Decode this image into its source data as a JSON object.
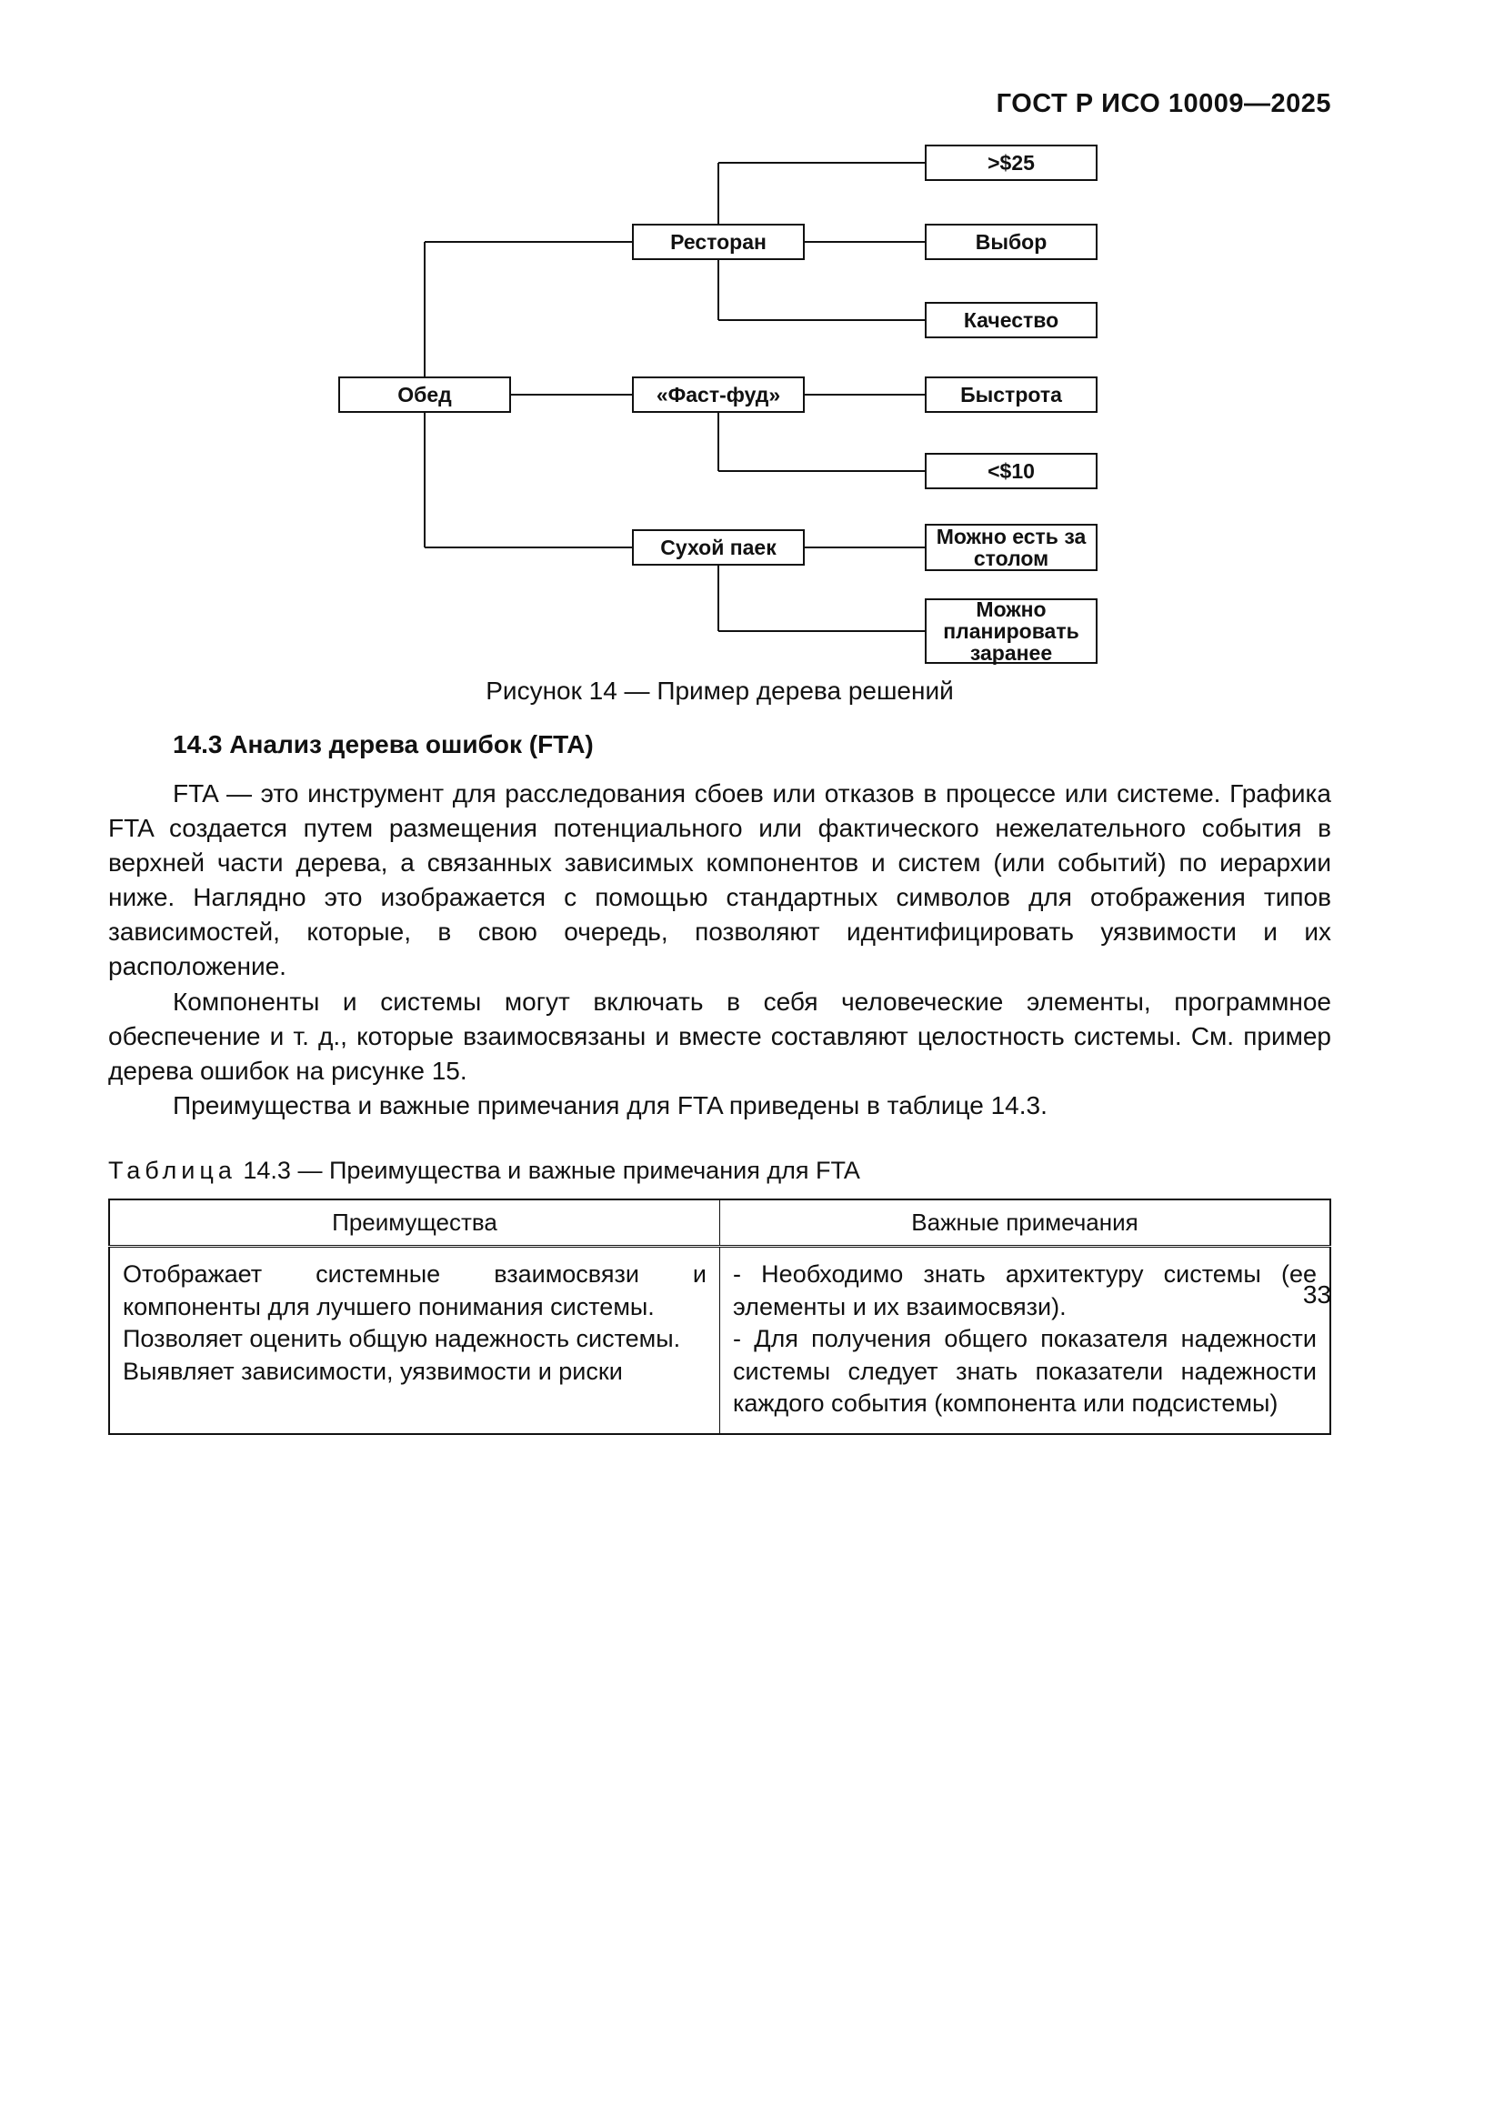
{
  "page": {
    "header": "ГОСТ Р ИСО 10009—2025",
    "number": "33"
  },
  "diagram": {
    "nodes": {
      "lunch": "Обед",
      "restaurant": "Ресторан",
      "fastfood": "«Фаст-фуд»",
      "ration": "Сухой паек",
      "gt25": ">$25",
      "choice": "Выбор",
      "quality": "Качество",
      "speed": "Быстрота",
      "lt10": "<$10",
      "eat_at_table": "Можно есть за столом",
      "plan_ahead": "Можно планировать заранее"
    },
    "caption": "Рисунок 14 — Пример дерева решений"
  },
  "section": {
    "heading": "14.3 Анализ дерева ошибок (FTA)",
    "paragraphs": [
      "FTA — это инструмент для расследования сбоев или отказов в процессе или системе. Графика FTA создается путем размещения потенциального или фактического нежелательного события в верхней части дерева, а связанных зависимых компонентов и систем (или событий) по иерархии ниже. Наглядно это изображается с помощью стандартных символов для отображения типов зависимостей, которые, в свою очередь, позволяют идентифицировать уязвимости и их расположение.",
      "Компоненты и системы могут включать в себя человеческие элементы, программное обеспечение и т. д., которые взаимосвязаны и вместе составляют целостность системы. См. пример дерева ошибок на рисунке 15.",
      "Преимущества и важные примечания для FTA приведены в таблице 14.3."
    ]
  },
  "table": {
    "caption_word": "Таблица",
    "caption_rest": "14.3 — Преимущества и важные примечания для FTA",
    "headers": [
      "Преимущества",
      "Важные примечания"
    ],
    "advantages": [
      "Отображает системные взаимосвязи и компоненты для лучшего понимания системы.",
      "Позволяет оценить общую надежность системы.",
      "Выявляет зависимости, уязвимости и риски"
    ],
    "notes": [
      "- Необходимо знать архитектуру системы (ее элементы и их взаимосвязи).",
      "- Для получения общего показателя надежности системы следует знать показатели надежности каждого события (компонента или подсистемы)"
    ]
  }
}
